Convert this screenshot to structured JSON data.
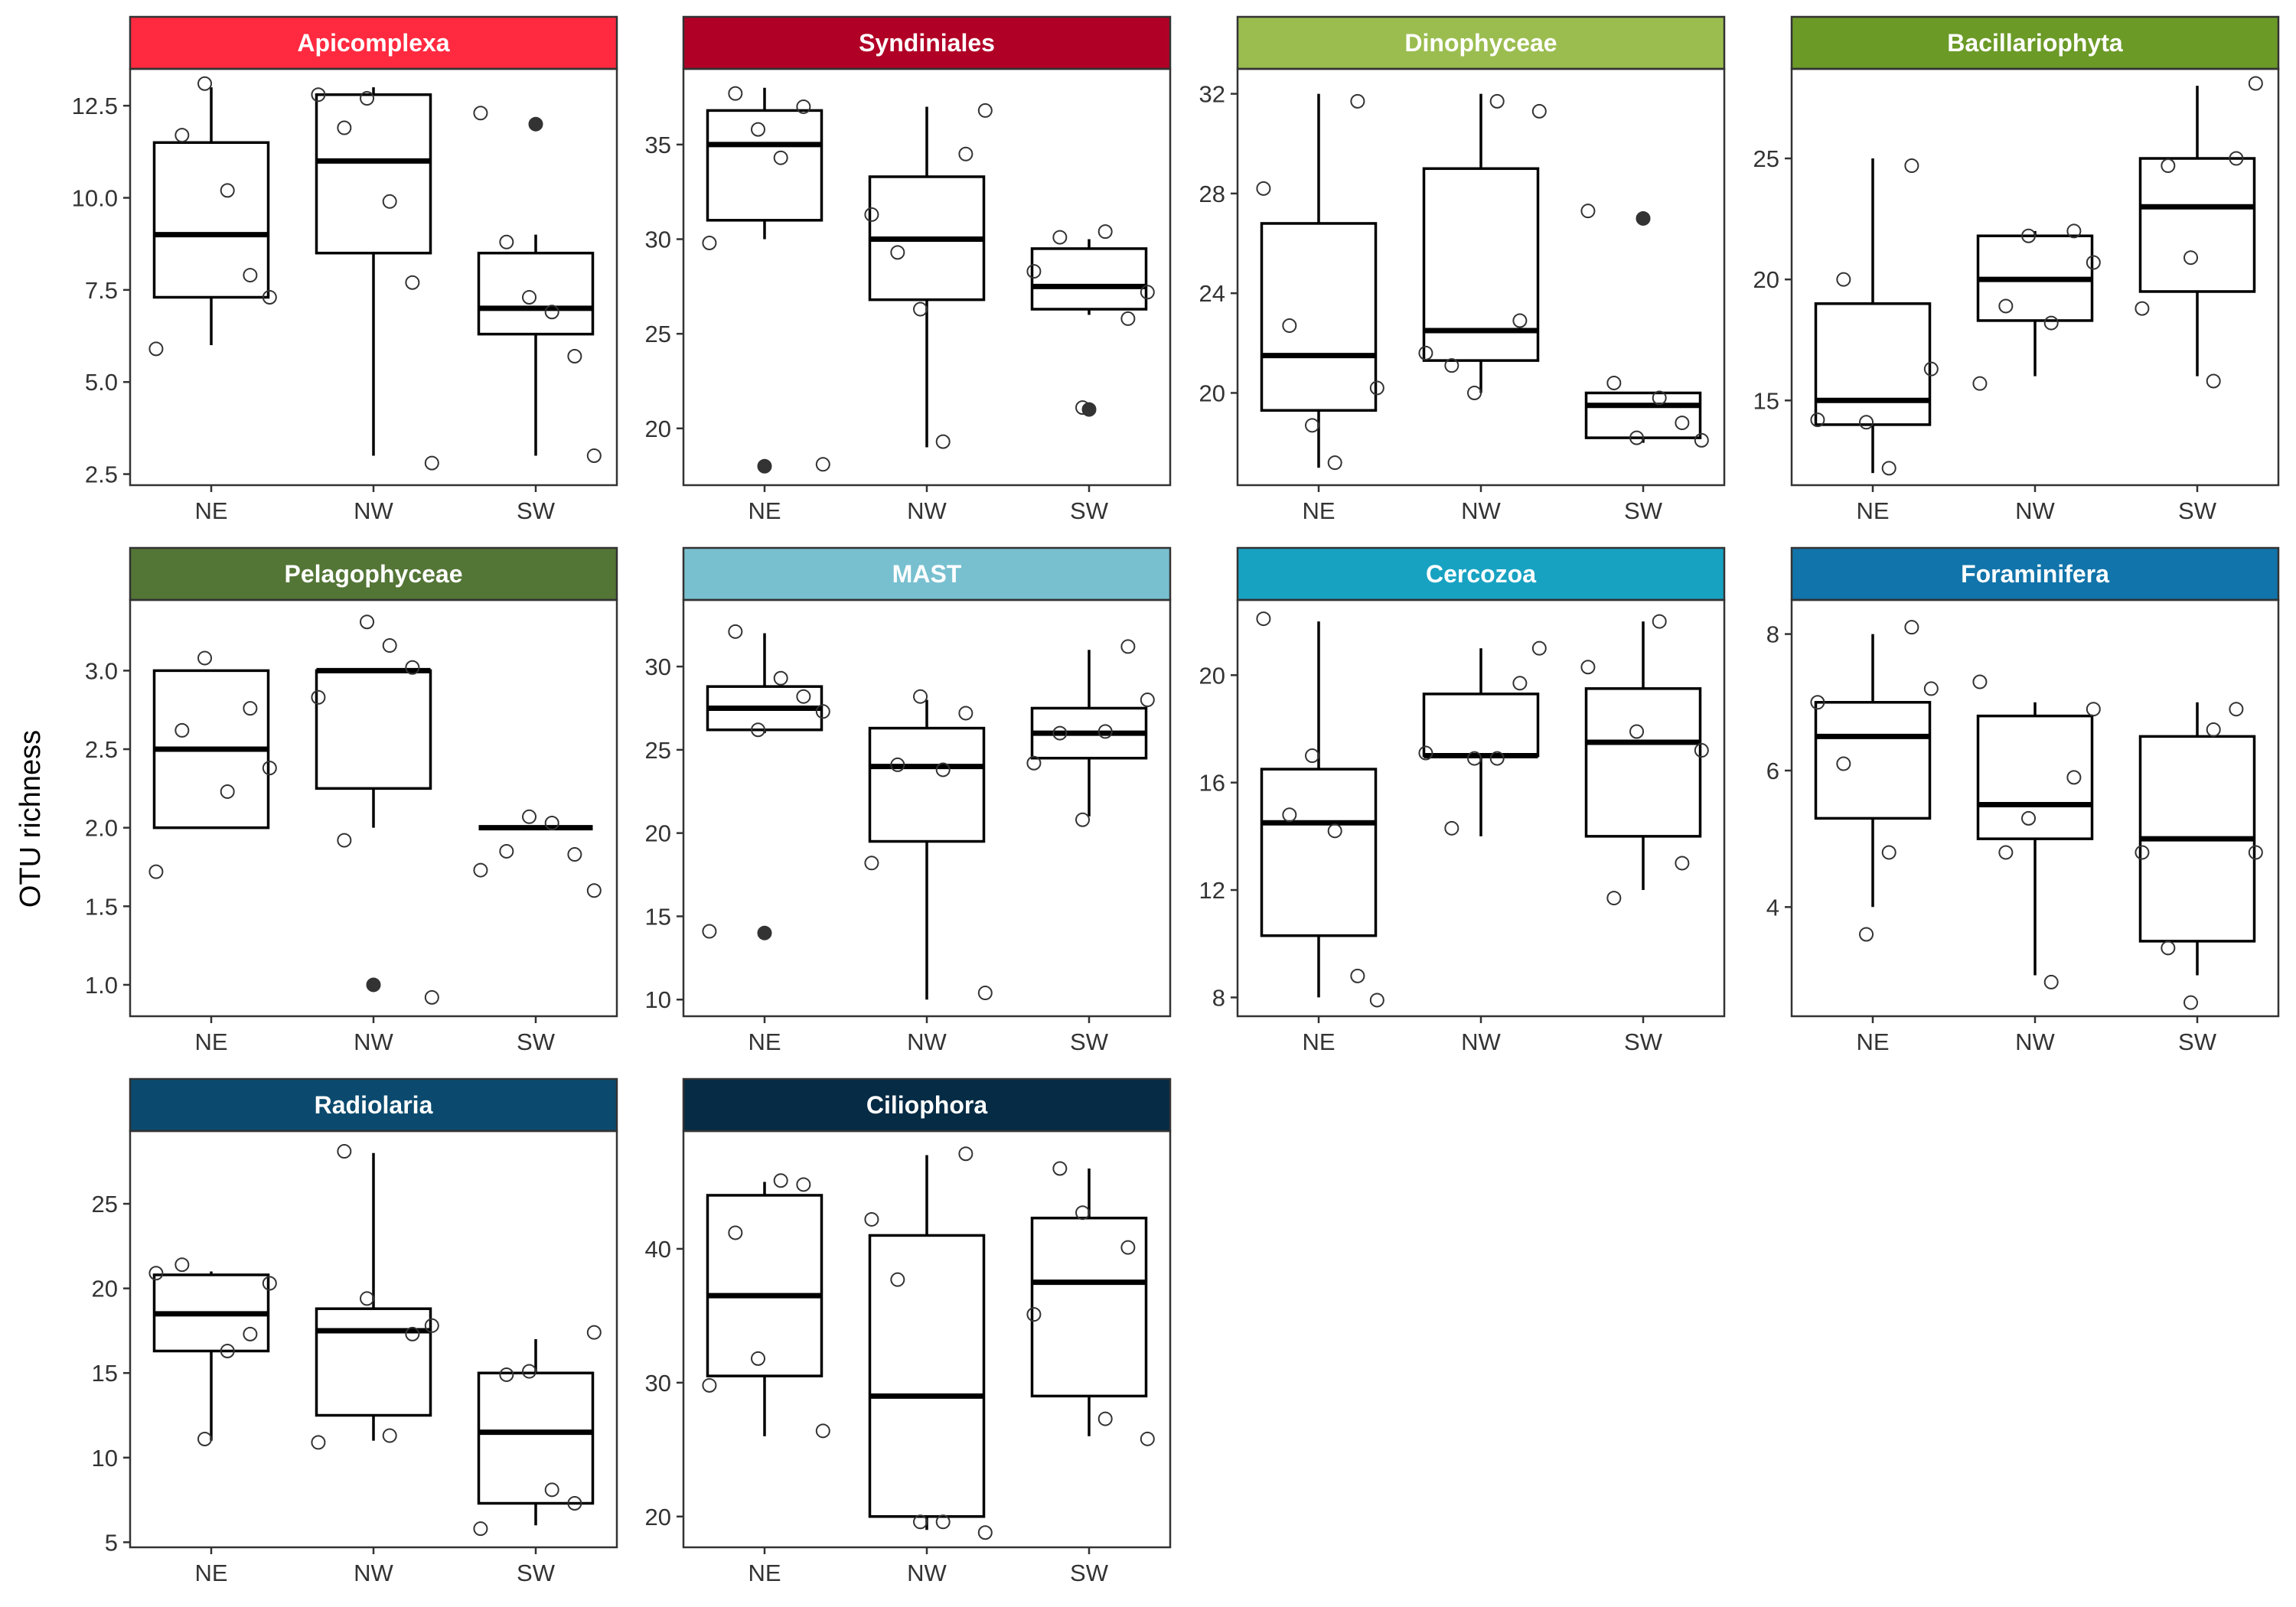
{
  "ylabel": "OTU richness",
  "chart_data": [
    {
      "type": "box",
      "title": "Apicomplexa",
      "color": "#FF2A40",
      "categories": [
        "NE",
        "NW",
        "SW"
      ],
      "ylim": [
        2.2,
        13.5
      ],
      "yticks": [
        2.5,
        5.0,
        7.5,
        10.0,
        12.5
      ],
      "boxes": [
        {
          "min": 6,
          "q1": 7.3,
          "median": 9,
          "q3": 11.5,
          "max": 13,
          "outliers": []
        },
        {
          "min": 3,
          "q1": 8.5,
          "median": 11,
          "q3": 12.8,
          "max": 13,
          "outliers": []
        },
        {
          "min": 3,
          "q1": 6.3,
          "median": 7,
          "q3": 8.5,
          "max": 9,
          "outliers": [
            12
          ]
        }
      ],
      "points": [
        [
          5.9,
          11.7,
          13.1,
          10.2,
          7.9,
          7.3
        ],
        [
          12.8,
          11.9,
          12.7,
          9.9,
          7.7,
          2.8
        ],
        [
          12.3,
          8.8,
          7.3,
          6.9,
          5.7,
          3.0
        ]
      ]
    },
    {
      "type": "box",
      "title": "Syndiniales",
      "color": "#B10026",
      "categories": [
        "NE",
        "NW",
        "SW"
      ],
      "ylim": [
        17.0,
        39.0
      ],
      "yticks": [
        20,
        25,
        30,
        35
      ],
      "boxes": [
        {
          "min": 30,
          "q1": 31,
          "median": 35,
          "q3": 36.8,
          "max": 38,
          "outliers": [
            18
          ]
        },
        {
          "min": 19,
          "q1": 26.8,
          "median": 30,
          "q3": 33.3,
          "max": 37,
          "outliers": []
        },
        {
          "min": 26,
          "q1": 26.3,
          "median": 27.5,
          "q3": 29.5,
          "max": 30,
          "outliers": [
            21
          ]
        }
      ],
      "points": [
        [
          29.8,
          37.7,
          35.8,
          34.3,
          37.0,
          18.1
        ],
        [
          31.3,
          29.3,
          26.3,
          19.3,
          34.5,
          36.8
        ],
        [
          28.3,
          30.1,
          21.1,
          30.4,
          25.8,
          27.2
        ]
      ]
    },
    {
      "type": "box",
      "title": "Dinophyceae",
      "color": "#9BBD50",
      "categories": [
        "NE",
        "NW",
        "SW"
      ],
      "ylim": [
        16.3,
        33.0
      ],
      "yticks": [
        20,
        24,
        28,
        32
      ],
      "boxes": [
        {
          "min": 17,
          "q1": 19.3,
          "median": 21.5,
          "q3": 26.8,
          "max": 32,
          "outliers": []
        },
        {
          "min": 20,
          "q1": 21.3,
          "median": 22.5,
          "q3": 29,
          "max": 32,
          "outliers": []
        },
        {
          "min": 18,
          "q1": 18.2,
          "median": 19.5,
          "q3": 20,
          "max": 20,
          "outliers": [
            27
          ]
        }
      ],
      "points": [
        [
          28.2,
          22.7,
          18.7,
          17.2,
          31.7,
          20.2
        ],
        [
          21.6,
          21.1,
          20.0,
          31.7,
          22.9,
          31.3
        ],
        [
          27.3,
          20.4,
          18.2,
          19.8,
          18.8,
          18.1
        ]
      ]
    },
    {
      "type": "box",
      "title": "Bacillariophyta",
      "color": "#6B9A27",
      "categories": [
        "NE",
        "NW",
        "SW"
      ],
      "ylim": [
        11.5,
        28.7
      ],
      "yticks": [
        15,
        20,
        25
      ],
      "boxes": [
        {
          "min": 12,
          "q1": 14,
          "median": 15,
          "q3": 19,
          "max": 25,
          "outliers": []
        },
        {
          "min": 16,
          "q1": 18.3,
          "median": 20,
          "q3": 21.8,
          "max": 22,
          "outliers": []
        },
        {
          "min": 16,
          "q1": 19.5,
          "median": 23,
          "q3": 25,
          "max": 28,
          "outliers": []
        }
      ],
      "points": [
        [
          14.2,
          20.0,
          14.1,
          12.2,
          24.7,
          16.3
        ],
        [
          15.7,
          18.9,
          21.8,
          18.2,
          22.0,
          20.7
        ],
        [
          18.8,
          24.7,
          20.9,
          15.8,
          25.0,
          28.1
        ]
      ]
    },
    {
      "type": "box",
      "title": "Pelagophyceae",
      "color": "#537536",
      "categories": [
        "NE",
        "NW",
        "SW"
      ],
      "ylim": [
        0.8,
        3.45
      ],
      "yticks": [
        1.0,
        1.5,
        2.0,
        2.5,
        3.0
      ],
      "boxes": [
        {
          "min": 2,
          "q1": 2,
          "median": 2.5,
          "q3": 3,
          "max": 3,
          "outliers": []
        },
        {
          "min": 2,
          "q1": 2.25,
          "median": 3,
          "q3": 3,
          "max": 3,
          "outliers": [
            1
          ]
        },
        {
          "min": 2,
          "q1": 2,
          "median": 2,
          "q3": 2,
          "max": 2,
          "outliers": []
        }
      ],
      "points": [
        [
          1.72,
          2.62,
          3.08,
          2.23,
          2.76,
          2.38
        ],
        [
          2.83,
          1.92,
          3.31,
          3.16,
          3.02,
          0.92
        ],
        [
          1.73,
          1.85,
          2.07,
          2.03,
          1.83,
          1.6
        ]
      ]
    },
    {
      "type": "box",
      "title": "MAST",
      "color": "#78C0D0",
      "categories": [
        "NE",
        "NW",
        "SW"
      ],
      "ylim": [
        9.0,
        34.0
      ],
      "yticks": [
        10,
        15,
        20,
        25,
        30
      ],
      "boxes": [
        {
          "min": 26,
          "q1": 26.2,
          "median": 27.5,
          "q3": 28.8,
          "max": 32,
          "outliers": [
            14
          ]
        },
        {
          "min": 10,
          "q1": 19.5,
          "median": 24,
          "q3": 26.3,
          "max": 28,
          "outliers": []
        },
        {
          "min": 21,
          "q1": 24.5,
          "median": 26,
          "q3": 27.5,
          "max": 31,
          "outliers": []
        }
      ],
      "points": [
        [
          14.1,
          32.1,
          26.2,
          29.3,
          28.2,
          27.3
        ],
        [
          18.2,
          24.1,
          28.2,
          23.8,
          27.2,
          10.4
        ],
        [
          24.2,
          26.0,
          20.8,
          26.1,
          31.2,
          28.0
        ]
      ]
    },
    {
      "type": "box",
      "title": "Cercozoa",
      "color": "#18A2C2",
      "categories": [
        "NE",
        "NW",
        "SW"
      ],
      "ylim": [
        7.3,
        22.8
      ],
      "yticks": [
        8,
        12,
        16,
        20
      ],
      "boxes": [
        {
          "min": 8,
          "q1": 10.3,
          "median": 14.5,
          "q3": 16.5,
          "max": 22,
          "outliers": []
        },
        {
          "min": 14,
          "q1": 17,
          "median": 17,
          "q3": 19.3,
          "max": 21,
          "outliers": []
        },
        {
          "min": 12,
          "q1": 14,
          "median": 17.5,
          "q3": 19.5,
          "max": 22,
          "outliers": []
        }
      ],
      "points": [
        [
          22.1,
          14.8,
          17.0,
          14.2,
          8.8,
          7.9
        ],
        [
          17.1,
          14.3,
          16.9,
          16.9,
          19.7,
          21.0
        ],
        [
          20.3,
          11.7,
          17.9,
          22.0,
          13.0,
          17.2
        ]
      ]
    },
    {
      "type": "box",
      "title": "Foraminifera",
      "color": "#1174AA",
      "categories": [
        "NE",
        "NW",
        "SW"
      ],
      "ylim": [
        2.4,
        8.5
      ],
      "yticks": [
        4,
        6,
        8
      ],
      "boxes": [
        {
          "min": 4,
          "q1": 5.3,
          "median": 6.5,
          "q3": 7,
          "max": 8,
          "outliers": []
        },
        {
          "min": 3,
          "q1": 5,
          "median": 5.5,
          "q3": 6.8,
          "max": 7,
          "outliers": []
        },
        {
          "min": 3,
          "q1": 3.5,
          "median": 5,
          "q3": 6.5,
          "max": 7,
          "outliers": []
        }
      ],
      "points": [
        [
          7.0,
          6.1,
          3.6,
          4.8,
          8.1,
          7.2
        ],
        [
          7.3,
          4.8,
          5.3,
          2.9,
          5.9,
          6.9
        ],
        [
          4.8,
          3.4,
          2.6,
          6.6,
          6.9,
          4.8
        ]
      ]
    },
    {
      "type": "box",
      "title": "Radiolaria",
      "color": "#0B4A6E",
      "categories": [
        "NE",
        "NW",
        "SW"
      ],
      "ylim": [
        4.7,
        29.3
      ],
      "yticks": [
        5,
        10,
        15,
        20,
        25
      ],
      "boxes": [
        {
          "min": 11,
          "q1": 16.3,
          "median": 18.5,
          "q3": 20.8,
          "max": 21,
          "outliers": []
        },
        {
          "min": 11,
          "q1": 12.5,
          "median": 17.5,
          "q3": 18.8,
          "max": 28,
          "outliers": []
        },
        {
          "min": 6,
          "q1": 7.3,
          "median": 11.5,
          "q3": 15,
          "max": 17,
          "outliers": []
        }
      ],
      "points": [
        [
          20.9,
          21.4,
          11.1,
          16.3,
          17.3,
          20.3
        ],
        [
          10.9,
          28.1,
          19.4,
          11.3,
          17.3,
          17.8
        ],
        [
          5.8,
          14.9,
          15.1,
          8.1,
          7.3,
          17.4
        ]
      ]
    },
    {
      "type": "box",
      "title": "Ciliophora",
      "color": "#052B45",
      "categories": [
        "NE",
        "NW",
        "SW"
      ],
      "ylim": [
        17.7,
        48.8
      ],
      "yticks": [
        20,
        30,
        40
      ],
      "boxes": [
        {
          "min": 26,
          "q1": 30.5,
          "median": 36.5,
          "q3": 44,
          "max": 45,
          "outliers": []
        },
        {
          "min": 19,
          "q1": 20,
          "median": 29,
          "q3": 41,
          "max": 47,
          "outliers": []
        },
        {
          "min": 26,
          "q1": 29,
          "median": 37.5,
          "q3": 42.3,
          "max": 46,
          "outliers": []
        }
      ],
      "points": [
        [
          29.8,
          41.2,
          31.8,
          45.1,
          44.8,
          26.4
        ],
        [
          42.2,
          37.7,
          19.6,
          19.6,
          47.1,
          18.8
        ],
        [
          35.1,
          46.0,
          42.7,
          27.3,
          40.1,
          25.8
        ]
      ]
    }
  ]
}
